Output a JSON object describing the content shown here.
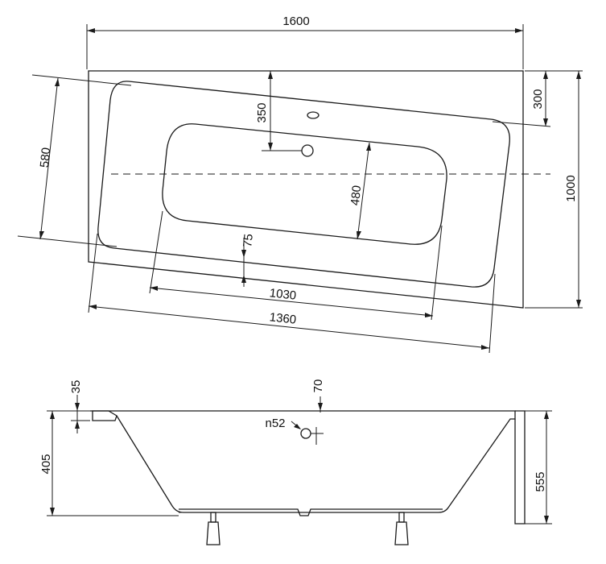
{
  "top_view": {
    "dims": {
      "total_width": "1600",
      "total_depth": "1000",
      "end_offset": "300",
      "drain_offset": "350",
      "inner_depth": "580",
      "basin_depth": "480",
      "rim_width": "75",
      "basin_length": "1030",
      "inner_length": "1360"
    }
  },
  "side_view": {
    "dims": {
      "rim_thickness": "35",
      "overflow_offset": "70",
      "overflow_diameter": "n52",
      "tub_depth": "405",
      "total_height": "555"
    }
  }
}
